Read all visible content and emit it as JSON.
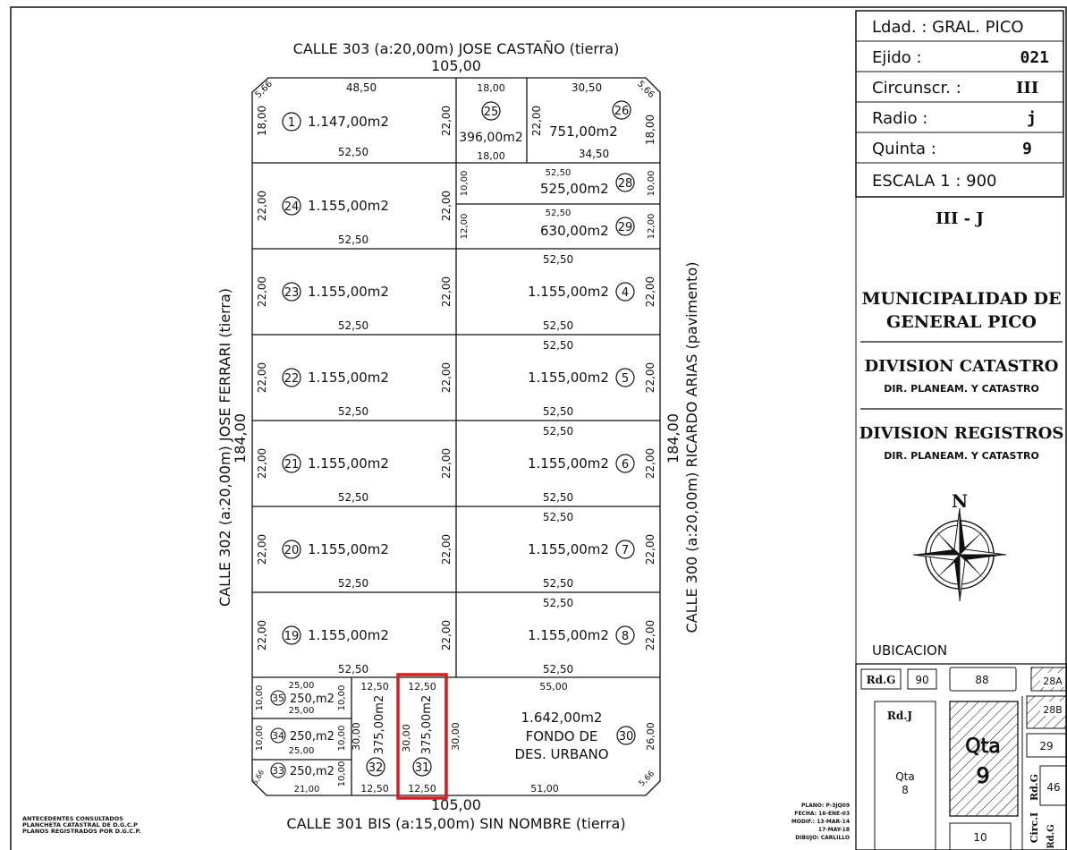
{
  "streets": {
    "north": "CALLE 303 (a:20,00m) JOSE CASTAÑO (tierra)",
    "south": "CALLE 301 BIS (a:15,00m) SIN NOMBRE (tierra)",
    "west": "CALLE 302 (a:20,00m) JOSE FERRARI (tierra)",
    "east": "CALLE 300 (a:20,00m) RICARDO ARIAS (pavimento)"
  },
  "block": {
    "width_top": "105,00",
    "width_bottom": "105,00",
    "height_left": "184,00",
    "height_right": "184,00"
  },
  "titleblock": {
    "rows": [
      {
        "label": "Ldad. : GRAL. PICO",
        "value": ""
      },
      {
        "label": "Ejido :",
        "value": "021"
      },
      {
        "label": "Circunscr. :",
        "value": "III"
      },
      {
        "label": "Radio :",
        "value": "j"
      },
      {
        "label": "Quinta :",
        "value": "9"
      },
      {
        "label": "ESCALA 1 : 900",
        "value": ""
      }
    ],
    "code": "III  -  J",
    "municipality": [
      "MUNICIPALIDAD DE",
      "GENERAL PICO"
    ],
    "div1_title": "DIVISION CATASTRO",
    "div1_sub": "DIR. PLANEAM. Y CATASTRO",
    "div2_title": "DIVISION REGISTROS",
    "div2_sub": "DIR. PLANEAM. Y CATASTRO",
    "north": "N"
  },
  "ubicacion": {
    "title": "UBICACION",
    "labels": [
      "Rd.G",
      "90",
      "88",
      "28A",
      "28B",
      "Rd.J",
      "Qta",
      "9",
      "Qta",
      "8",
      "29",
      "Rd.G",
      "46",
      "10",
      "Circ.I",
      "Rd.G"
    ]
  },
  "notes": {
    "left": [
      "ANTECEDENTES CONSULTADOS",
      "PLANCHETA CATASTRAL DE D.G.C.P",
      "PLANOS REGISTRADOS POR D.G.C.P."
    ],
    "right": [
      "PLANO: P-3JQ09",
      "FECHA: 16-ENE-03",
      "MODIF.: 13-MAR-14",
      "17-MAY-18",
      "DIBUJO: CARLILLO"
    ]
  },
  "lots": {
    "l1": {
      "num": "1",
      "area": "1.147,00m2",
      "top": "48,50",
      "bottom": "52,50",
      "left": "18,00",
      "right": "22,00",
      "chamfer": "5,66"
    },
    "l25": {
      "num": "25",
      "area": "396,00m2",
      "top": "18,00",
      "bottom": "18,00"
    },
    "l26": {
      "num": "26",
      "area": "751,00m2",
      "top": "30,50",
      "bottom": "34,50",
      "left": "22,00",
      "right": "18,00",
      "chamfer": "5,66"
    },
    "l24": {
      "num": "24",
      "area": "1.155,00m2",
      "bottom": "52,50",
      "left": "22,00",
      "right": "22,00"
    },
    "l28": {
      "num": "28",
      "area": "525,00m2",
      "top": "52,50",
      "left": "10,00",
      "right": "10,00"
    },
    "l29": {
      "num": "29",
      "area": "630,00m2",
      "top": "52,50",
      "left": "12,00",
      "right": "12,00"
    },
    "rows": [
      {
        "left_num": "23",
        "right_num": "4",
        "area": "1.155,00m2",
        "w": "52,50",
        "h": "22,00"
      },
      {
        "left_num": "22",
        "right_num": "5",
        "area": "1.155,00m2",
        "w": "52,50",
        "h": "22,00"
      },
      {
        "left_num": "21",
        "right_num": "6",
        "area": "1.155,00m2",
        "w": "52,50",
        "h": "22,00"
      },
      {
        "left_num": "20",
        "right_num": "7",
        "area": "1.155,00m2",
        "w": "52,50",
        "h": "22,00"
      },
      {
        "left_num": "19",
        "right_num": "8",
        "area": "1.155,00m2",
        "w": "52,50",
        "h": "22,00"
      }
    ],
    "l35": {
      "num": "35",
      "area": "250,m2",
      "top": "25,00",
      "bottom": "25,00",
      "left": "10,00",
      "right": "10,00"
    },
    "l34": {
      "num": "34",
      "area": "250,m2",
      "bottom": "25,00",
      "left": "10,00",
      "right": "10,00"
    },
    "l33": {
      "num": "33",
      "area": "250,m2",
      "bottom": "21,00",
      "right": "10,00",
      "chamfer": "5,66"
    },
    "l32": {
      "num": "32",
      "area": "375,00m2",
      "top": "12,50",
      "bottom": "12,50",
      "left": "30,00"
    },
    "l31": {
      "num": "31",
      "area": "375,00m2",
      "top": "12,50",
      "bottom": "12,50",
      "left": "30,00",
      "right": "30,00"
    },
    "l30": {
      "num": "30",
      "area": "1.642,00m2",
      "line2": "FONDO DE",
      "line3": "DES. URBANO",
      "top": "55,00",
      "bottom": "51,00",
      "right": "26,00",
      "chamfer": "5,66"
    }
  },
  "colors": {
    "highlight": "#d42020",
    "ink": "#111111"
  }
}
